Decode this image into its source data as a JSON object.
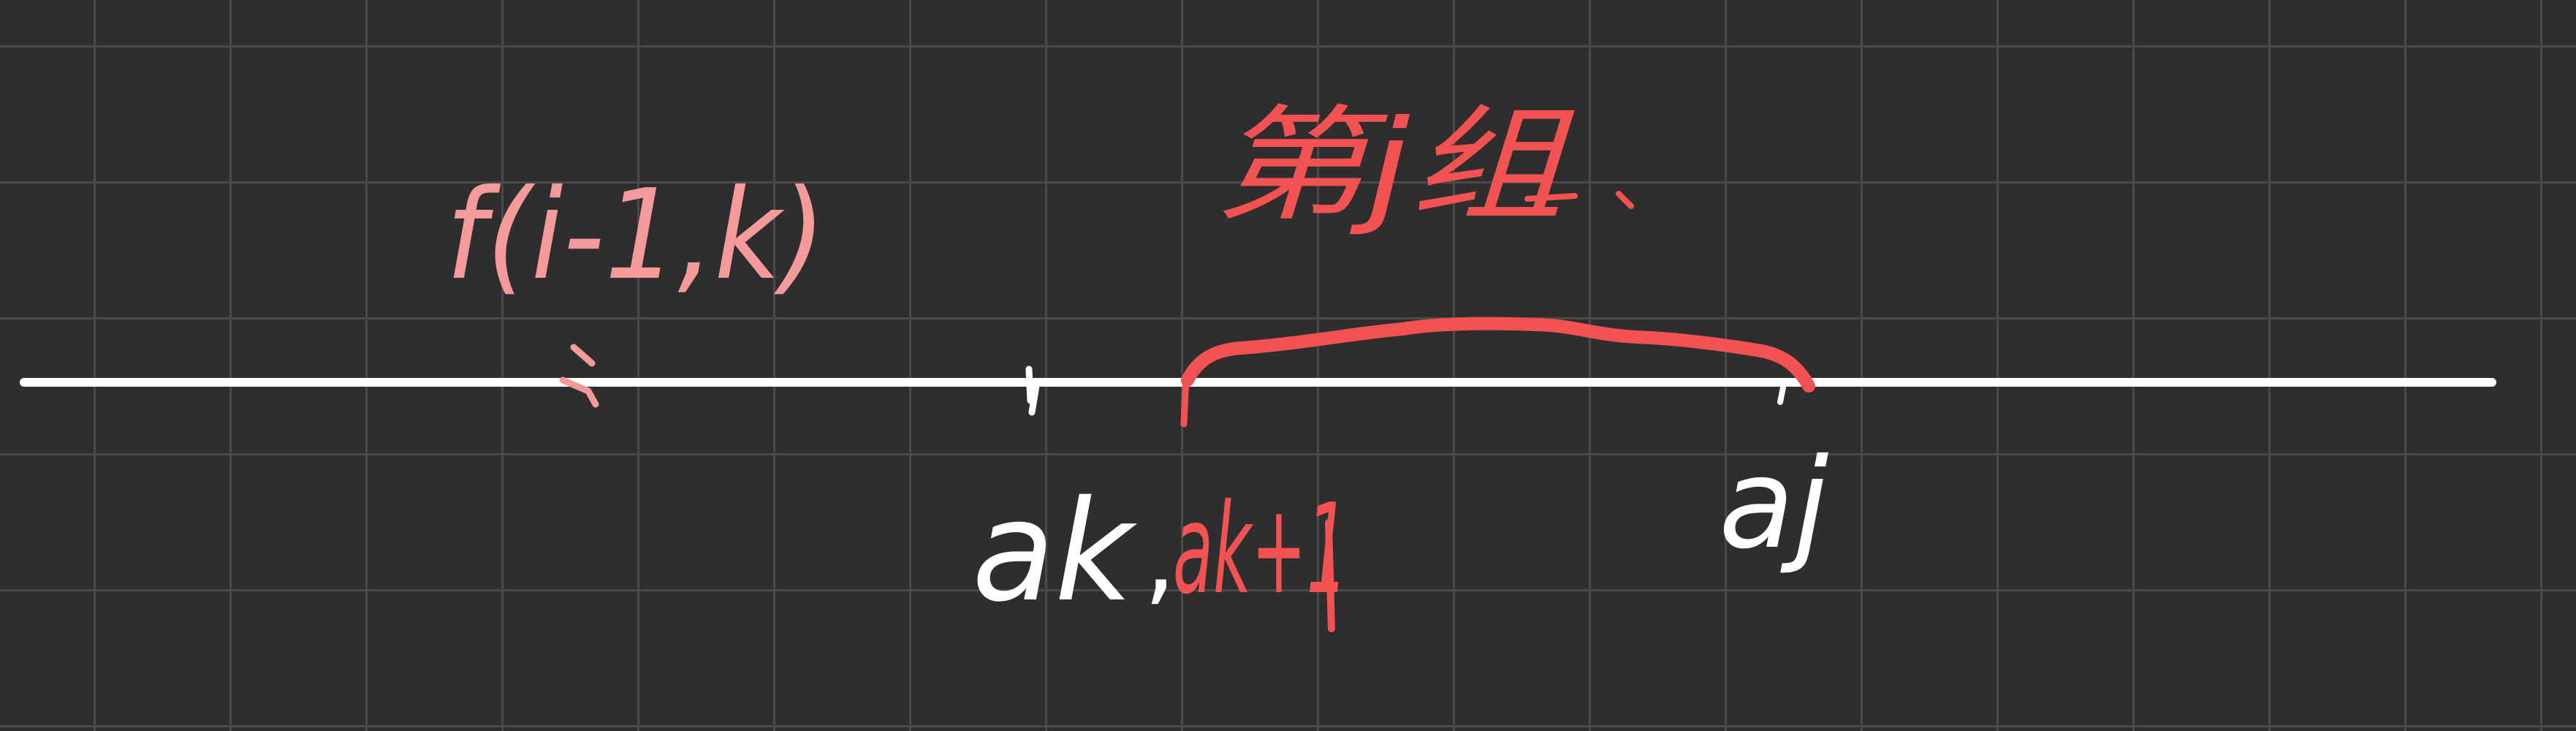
{
  "canvas": {
    "background": "#2e2e2e",
    "grid_color": "#4a4a4a",
    "ink_white": "#ffffff",
    "ink_red": "#f25252",
    "ink_pink": "#f59a9a"
  },
  "annotations": {
    "f_label": "f(i-1,k)",
    "group_label": "第j组",
    "ak_label": "ak",
    "comma": ",",
    "ak1_label": "ak+1",
    "aj_label": "aj"
  }
}
